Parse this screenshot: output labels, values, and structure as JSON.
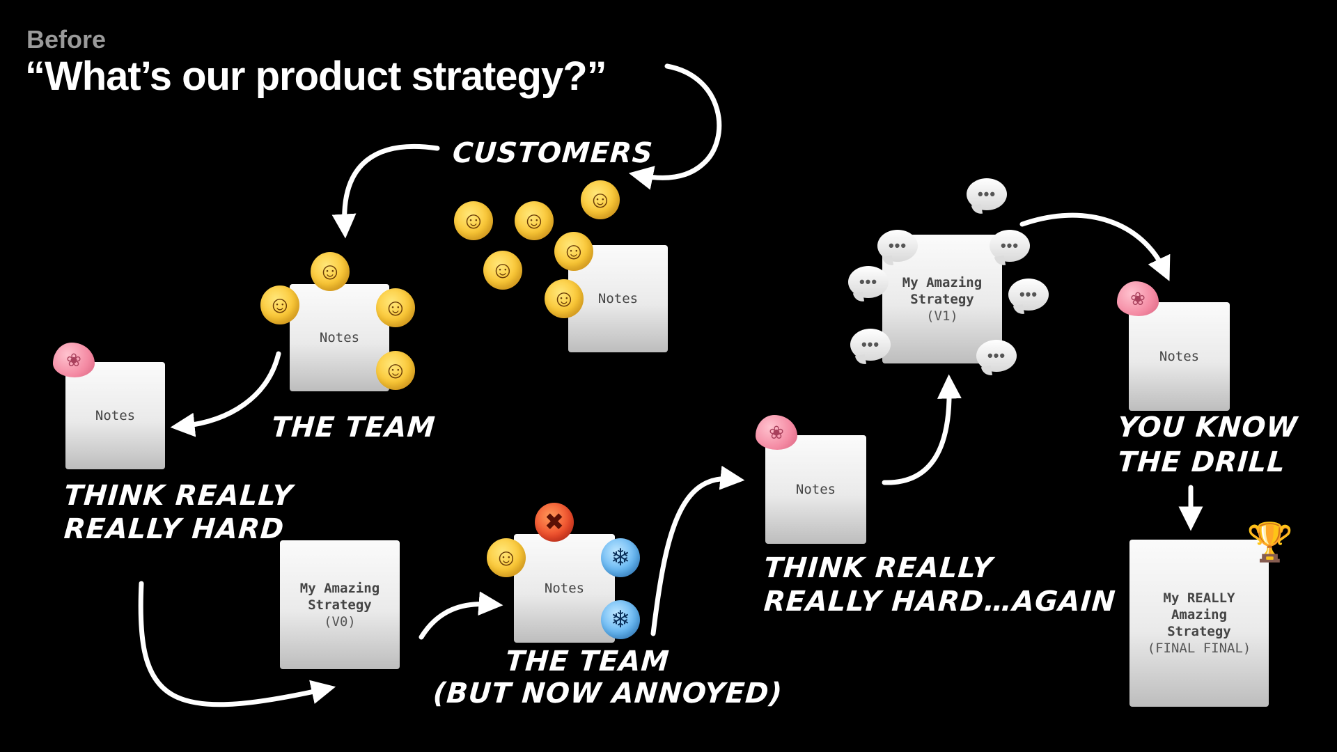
{
  "header": {
    "pre_title": "Before",
    "title": "“What’s our product strategy?”"
  },
  "labels": {
    "customers": "CUSTOMERS",
    "the_team": "THE TEAM",
    "think_hard_1": "THINK REALLY",
    "think_hard_2": "REALLY HARD",
    "team_annoyed_1": "THE TEAM",
    "team_annoyed_2": "(BUT NOW ANNOYED)",
    "think_again_1": "THINK REALLY",
    "think_again_2": "REALLY HARD…AGAIN",
    "drill_1": "YOU KNOW",
    "drill_2": "THE DRILL"
  },
  "cards": {
    "notes": "Notes",
    "v0": {
      "line1": "My Amazing",
      "line2": "Strategy",
      "line3": "(V0)"
    },
    "v1": {
      "line1": "My Amazing",
      "line2": "Strategy",
      "line3": "(V1)"
    },
    "final": {
      "line1": "My REALLY",
      "line2": "Amazing",
      "line3": "Strategy",
      "line4": "(FINAL FINAL)"
    }
  },
  "icons": {
    "smile": "☺",
    "angry": "✖",
    "cold": "❄",
    "brain": "❀",
    "bubble": "•••",
    "trophy": "🏆"
  },
  "colors": {
    "background": "#000000",
    "pre_title": "#9a9a9a",
    "text": "#ffffff",
    "card_top": "#fbfbfb",
    "card_bottom": "#bdbdbd"
  }
}
